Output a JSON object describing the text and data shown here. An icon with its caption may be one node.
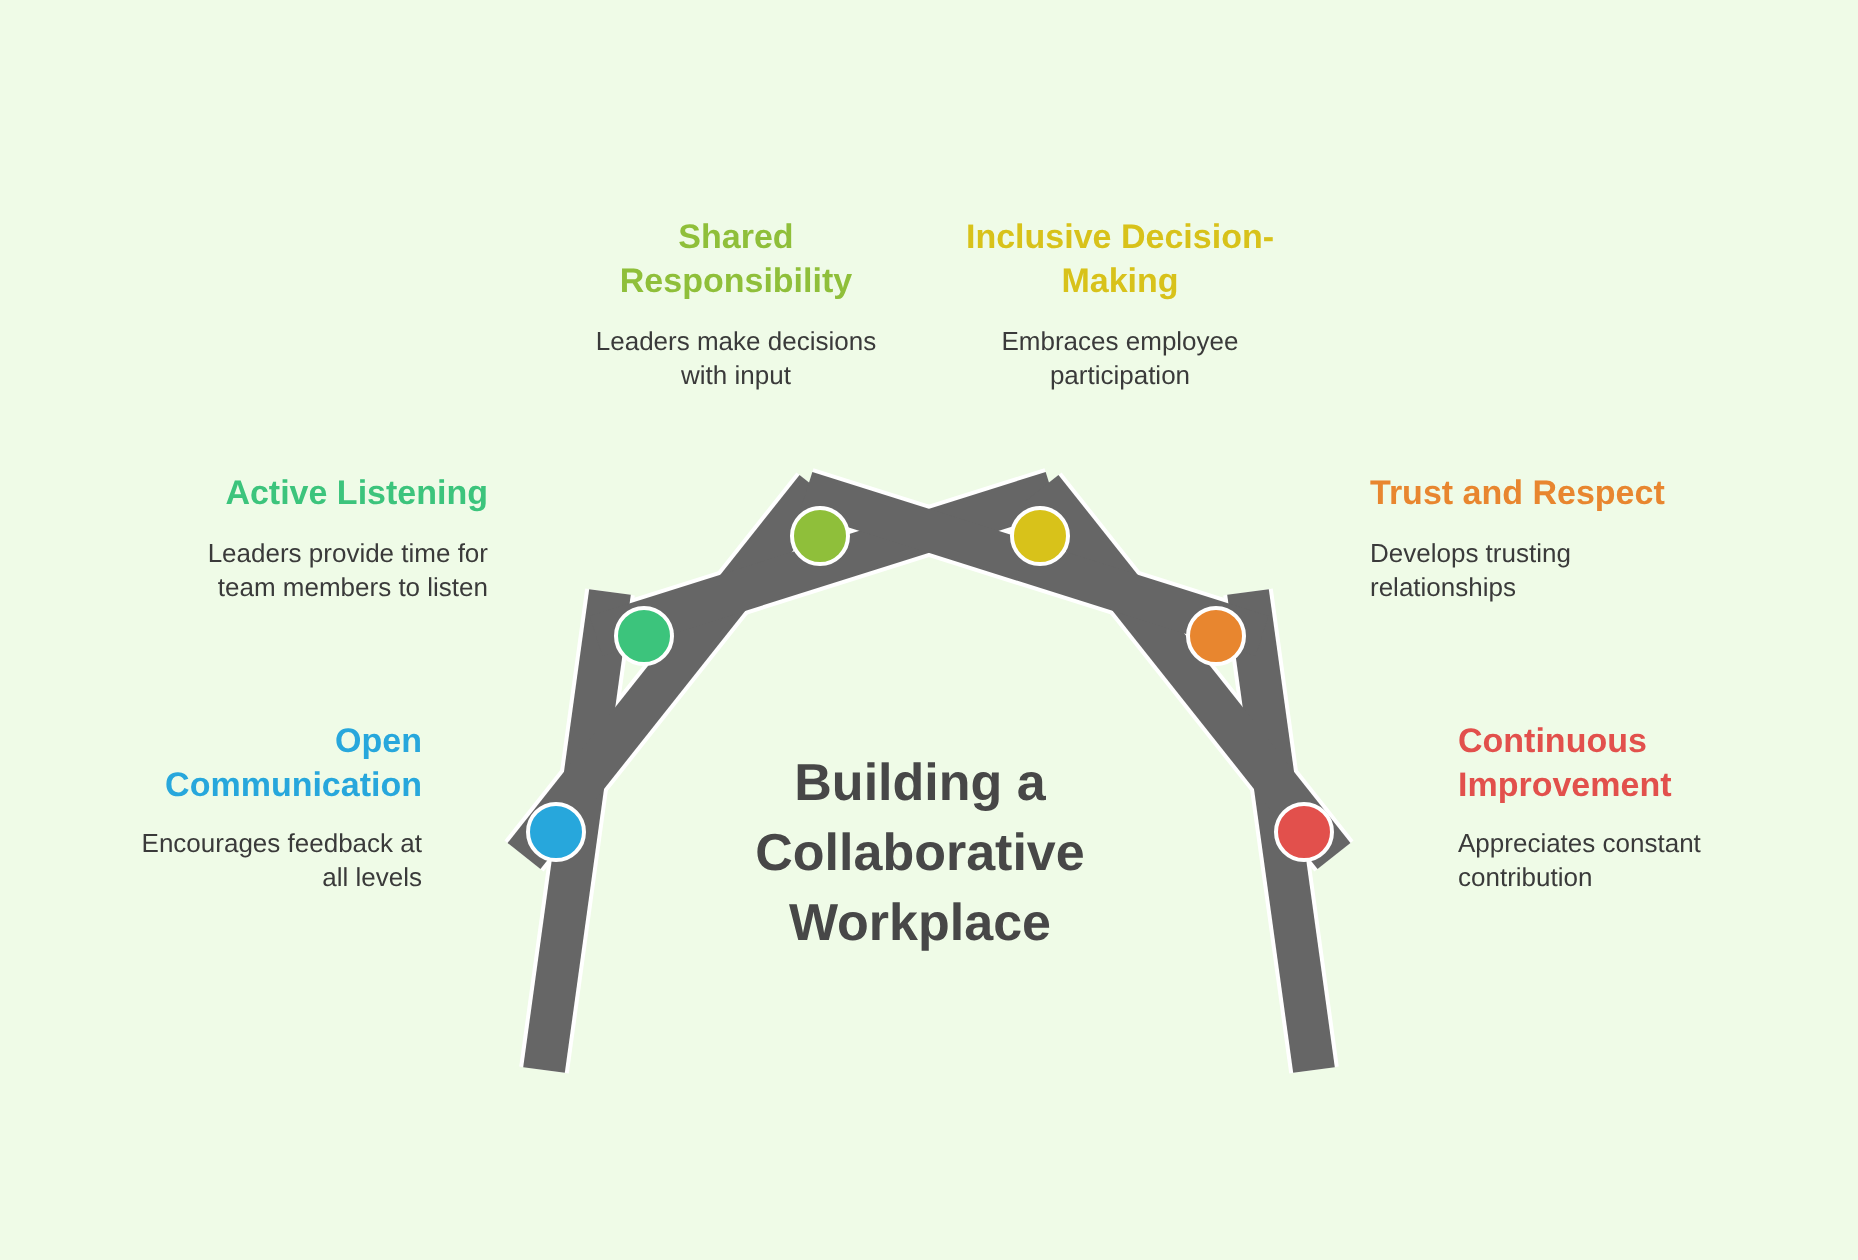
{
  "diagram": {
    "title": "Building a Collaborative Workplace",
    "nodes": [
      {
        "text": [],
        "shape": "circle",
        "beside": [
          "Open Communication",
          "Encourages feedback at all levels"
        ]
      },
      {
        "text": [],
        "shape": "circle",
        "beside": [
          "Active Listening",
          "Leaders provide time for team members to listen"
        ]
      },
      {
        "text": [],
        "shape": "circle",
        "beside": [
          "Shared Responsibility",
          "Leaders make decisions with input"
        ]
      },
      {
        "text": [],
        "shape": "circle",
        "beside": [
          "Inclusive Decision-Making",
          "Embraces employee participation"
        ]
      },
      {
        "text": [],
        "shape": "circle",
        "beside": [
          "Trust and Respect",
          "Develops trusting relationships"
        ]
      },
      {
        "text": [],
        "shape": "circle",
        "beside": [
          "Continuous Improvement",
          "Appreciates constant contribution"
        ]
      }
    ]
  }
}
